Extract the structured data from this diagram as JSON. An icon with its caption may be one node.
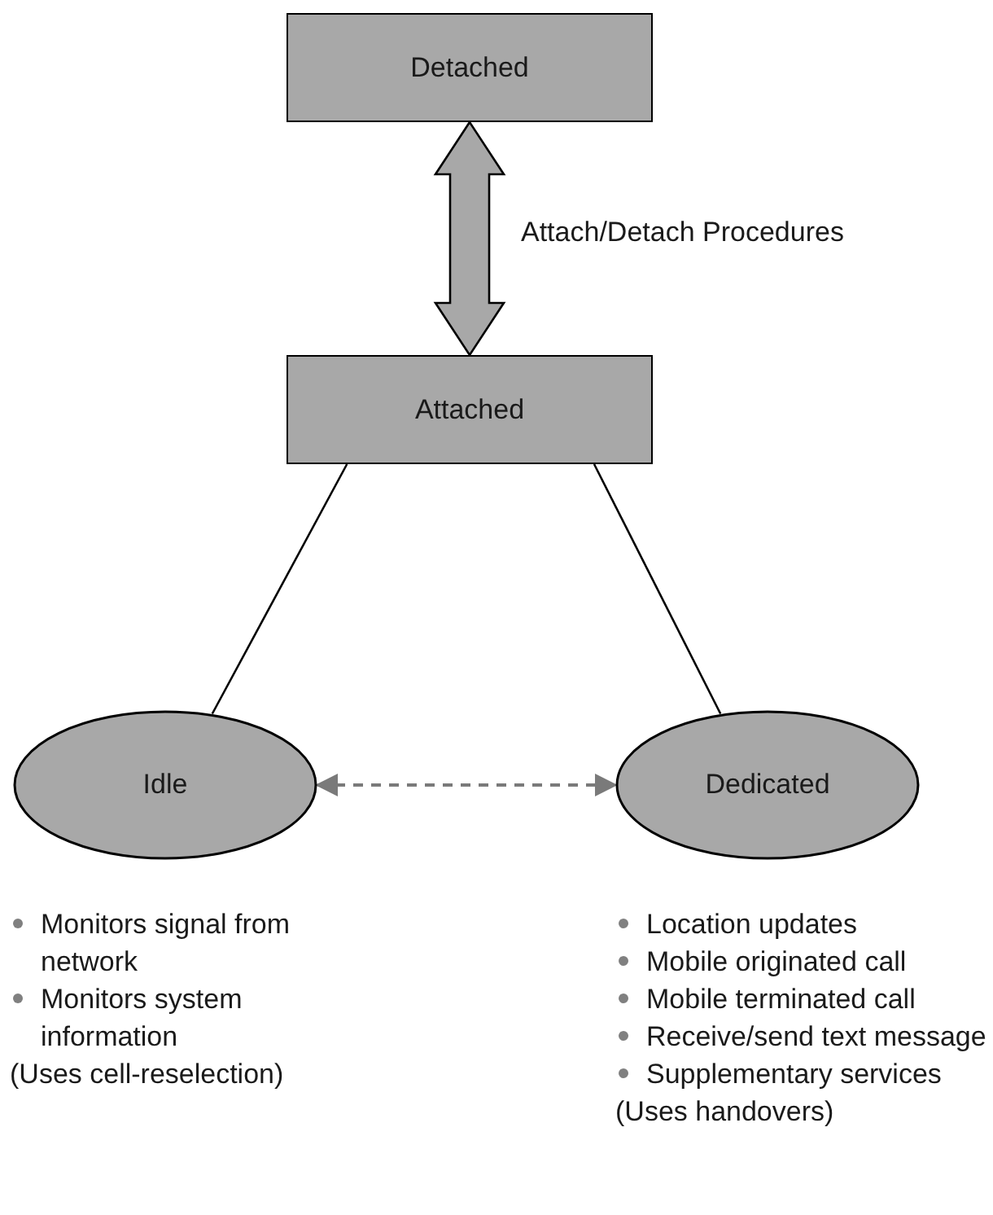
{
  "diagram": {
    "nodes": [
      {
        "text": [
          "Detached"
        ]
      },
      {
        "text": [
          "Attached"
        ]
      },
      {
        "text": [
          "Idle"
        ],
        "beside": [
          "Monitors signal from network",
          "Monitors system information",
          "(Uses cell-reselection)"
        ]
      },
      {
        "text": [
          "Dedicated"
        ],
        "beside": [
          "Location updates",
          "Mobile originated call",
          "Mobile terminated call",
          "Receive/send text message",
          "Supplementary services",
          "(Uses handovers)"
        ]
      }
    ],
    "edges": [
      {
        "from": 0,
        "to": 1,
        "arrow": "both",
        "style": "thick",
        "label": "Attach/Detach Procedures"
      },
      {
        "from": 1,
        "to": 2,
        "arrow": "none"
      },
      {
        "from": 1,
        "to": 3,
        "arrow": "none"
      },
      {
        "from": 2,
        "to": 3,
        "arrow": "both",
        "style": "dashed",
        "color": "#7a7a7a"
      }
    ]
  }
}
